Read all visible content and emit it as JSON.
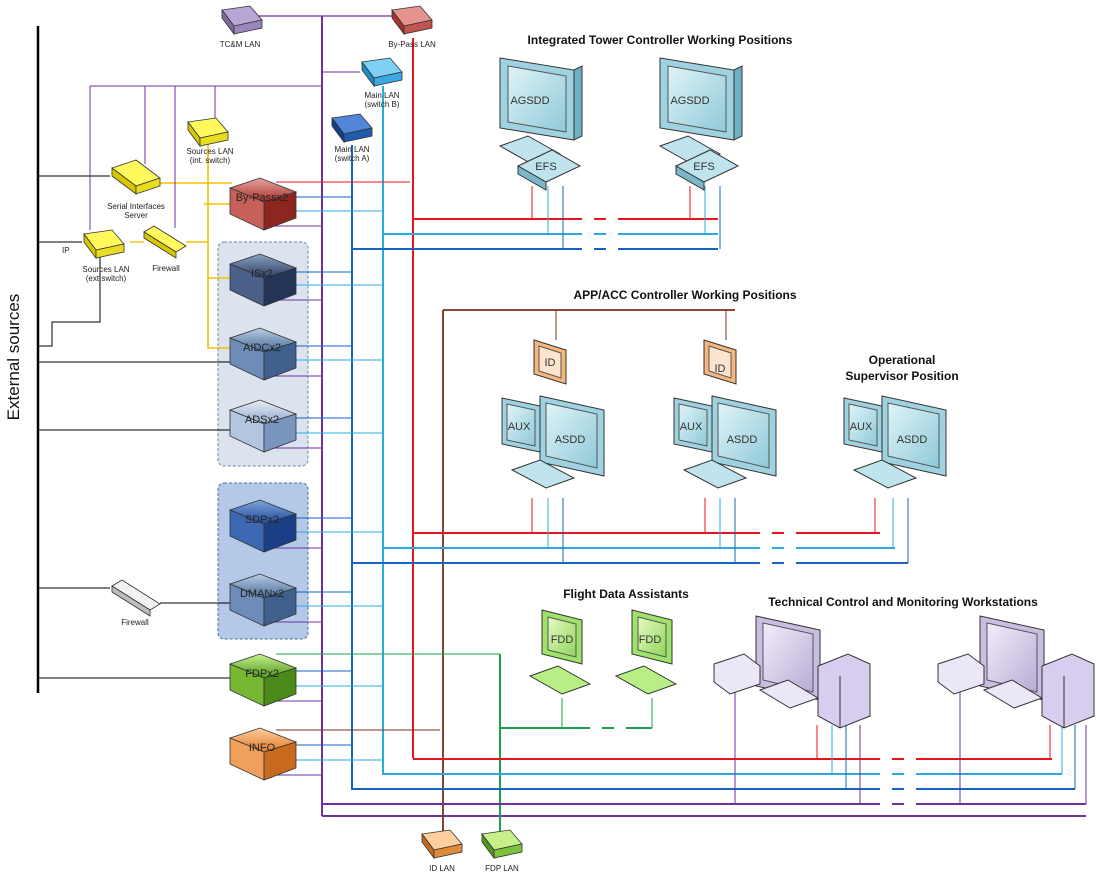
{
  "external_sources": "External sources",
  "ip_label": "IP",
  "lans": {
    "tcm": "TC&M LAN",
    "bypass": "By-Pass LAN",
    "main_b": [
      "Main LAN",
      "(switch B)"
    ],
    "main_a": [
      "Main LAN",
      "(switch A)"
    ],
    "sources_int": [
      "Sources LAN",
      "(int. switch)"
    ],
    "sources_ext": [
      "Sources LAN",
      "(ext.switch)"
    ],
    "id_lan": "ID LAN",
    "fdp_lan": "FDP LAN"
  },
  "devices": {
    "serial": [
      "Serial Interfaces",
      "Server"
    ],
    "firewall_1": "Firewall",
    "firewall_2": "Firewall"
  },
  "servers": {
    "bypass": "By-Passx2",
    "isx": "ISx2",
    "aidc": "AIDCx2",
    "ads": "ADSx2",
    "sdp": "SDPx2",
    "dman": "DMANx2",
    "fdp": "FDPx2",
    "info": "INFO"
  },
  "sections": {
    "tower": "Integrated Tower Controller Working Positions",
    "app": "APP/ACC Controller Working Positions",
    "ops_line1": "Operational",
    "ops_line2": "Supervisor Position",
    "fda": "Flight Data Assistants",
    "tcm": "Technical Control and Monitoring Workstations"
  },
  "screens": {
    "agsdd": "AGSDD",
    "efs": "EFS",
    "id": "ID",
    "aux": "AUX",
    "asdd": "ASDD",
    "fdd": "FDD"
  },
  "colors": {
    "red": "#e8141a",
    "lightblue": "#29abe2",
    "blue": "#1565c0",
    "purple": "#7030a0",
    "yellow": "#f5c000",
    "brown": "#7b2d1e",
    "green": "#1aa14a"
  }
}
